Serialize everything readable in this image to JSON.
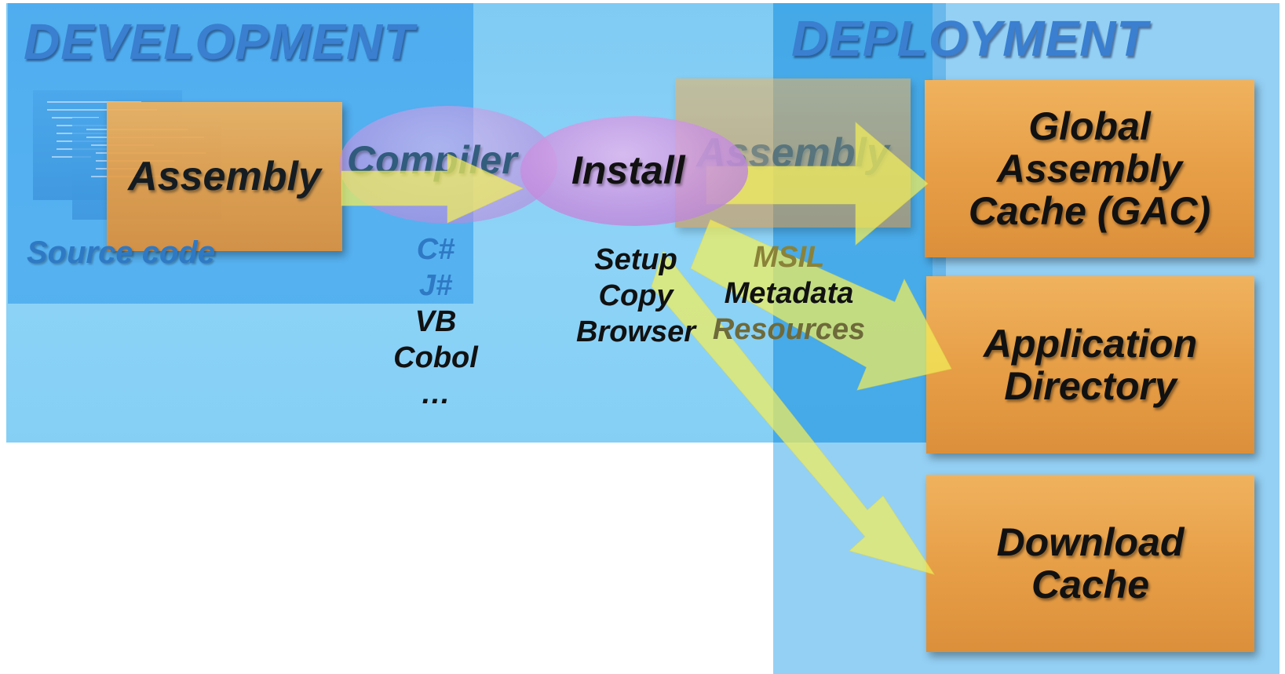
{
  "development": {
    "title": "DEVELOPMENT",
    "source_code_label": "Source code",
    "assembly_label": "Assembly",
    "compiler_label": "Compiler",
    "languages": [
      "C#",
      "J#",
      "VB",
      "Cobol",
      "…"
    ]
  },
  "install": {
    "label": "Install",
    "methods": [
      "Setup",
      "Copy",
      "Browser"
    ]
  },
  "deployed_assembly": {
    "label": "Assembly",
    "contents": [
      "MSIL",
      "Metadata",
      "Resources"
    ]
  },
  "deployment": {
    "title": "DEPLOYMENT",
    "targets": [
      {
        "line1": "Global",
        "line2": "Assembly",
        "line3": "Cache (GAC)"
      },
      {
        "line1": "Application",
        "line2": "Directory"
      },
      {
        "line1": "Download",
        "line2": "Cache"
      }
    ]
  },
  "colors": {
    "panel_blue": "#8ed3f7",
    "box_orange": "#e79f47",
    "ellipse_purple": "#c890e0",
    "arrow_yellow": "#f2ee5a",
    "title_blue": "#3a7fd0"
  }
}
